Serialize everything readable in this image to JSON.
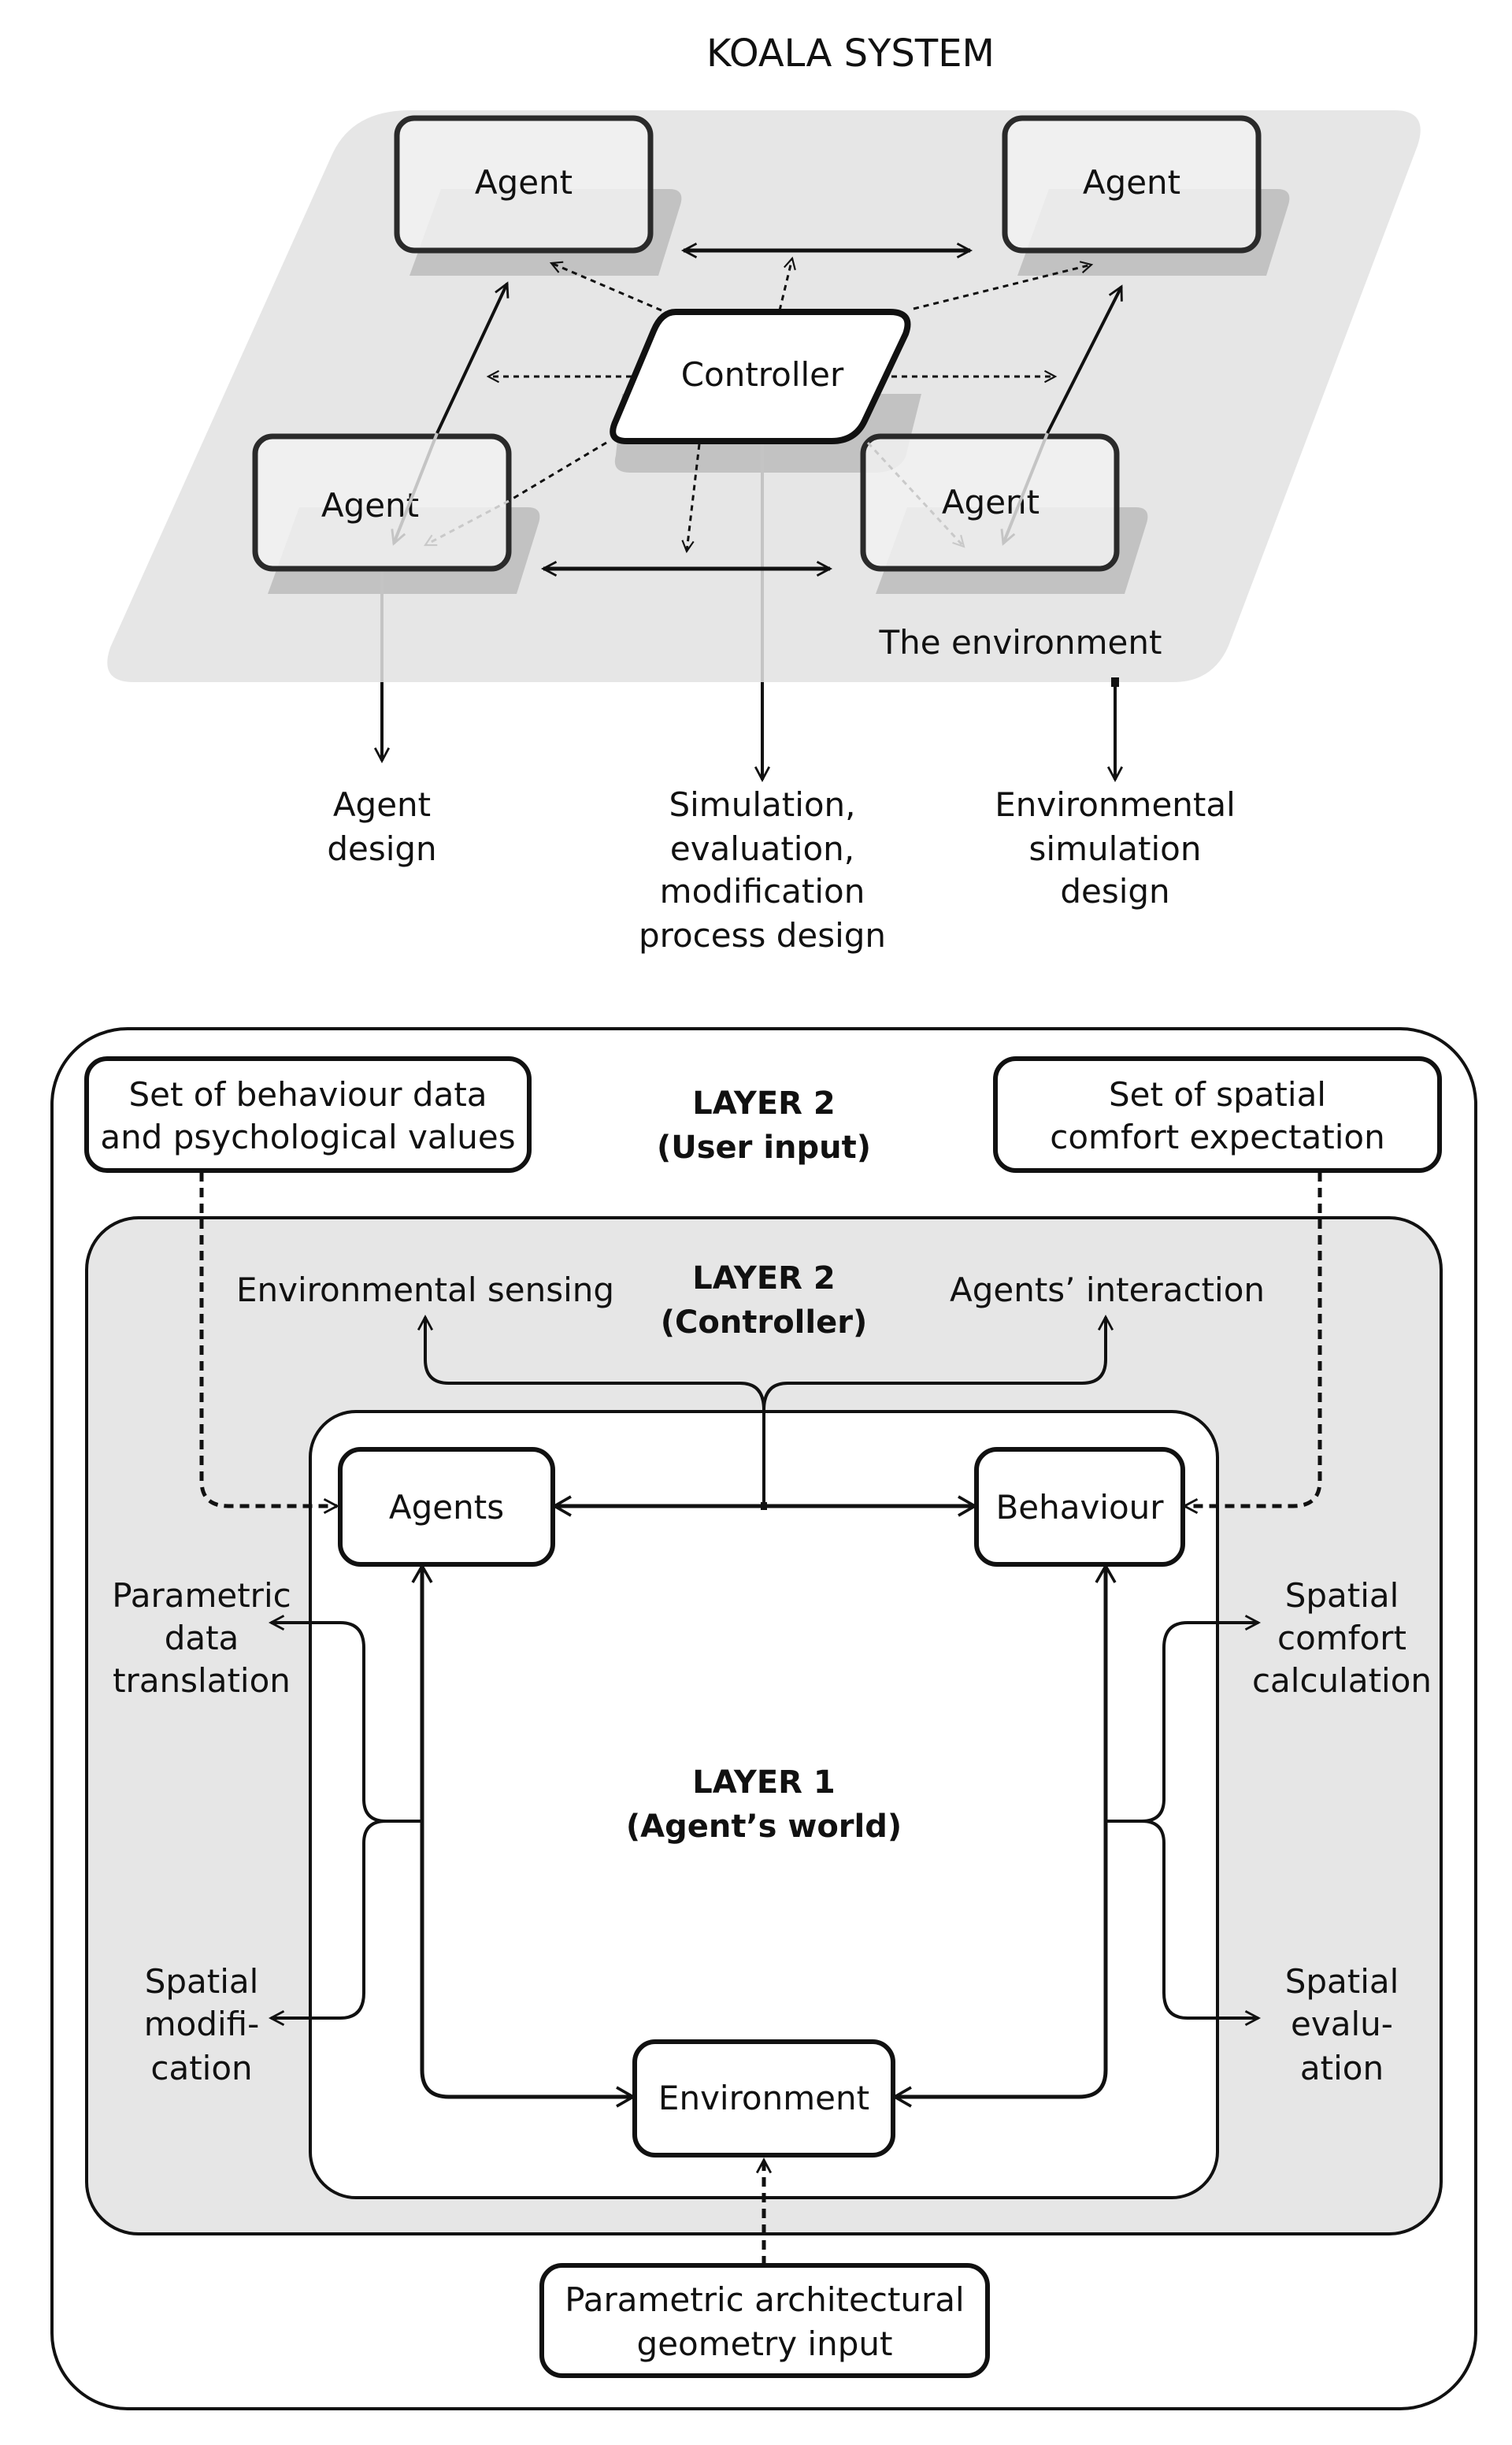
{
  "top": {
    "title": "KOALA SYSTEM",
    "agents": [
      "Agent",
      "Agent",
      "Agent",
      "Agent"
    ],
    "controller": "Controller",
    "environment_label": "The environment",
    "outputs": [
      {
        "lines": [
          "Agent",
          "design"
        ]
      },
      {
        "lines": [
          "Simulation,",
          "evaluation,",
          "modification",
          "process design"
        ]
      },
      {
        "lines": [
          "Environmental",
          "simulation",
          "design"
        ]
      }
    ]
  },
  "bottom": {
    "user_input_left": [
      "Set of behaviour data",
      "and psychological values"
    ],
    "user_input_right": [
      "Set of spatial",
      "comfort expectation"
    ],
    "layer2_user": [
      "LAYER 2",
      "(User input)"
    ],
    "layer2_controller": [
      "LAYER 2",
      "(Controller)"
    ],
    "environmental_sensing": "Environmental sensing",
    "agents_interaction": "Agents’ interaction",
    "agents_box": "Agents",
    "behaviour_box": "Behaviour",
    "environment_box": "Environment",
    "layer1": [
      "LAYER 1",
      "(Agent’s world)"
    ],
    "left_upper": [
      "Parametric",
      "data",
      "translation"
    ],
    "left_lower": [
      "Spatial",
      "modifi-",
      "cation"
    ],
    "right_upper": [
      "Spatial",
      "comfort",
      "calculation"
    ],
    "right_lower": [
      "Spatial",
      "evalu-",
      "ation"
    ],
    "geometry_input": [
      "Parametric architectural",
      "geometry input"
    ]
  },
  "colors": {
    "environment_fill": "#e6e6e6",
    "layer2_fill": "#e6e6e6",
    "stroke": "#111111"
  }
}
